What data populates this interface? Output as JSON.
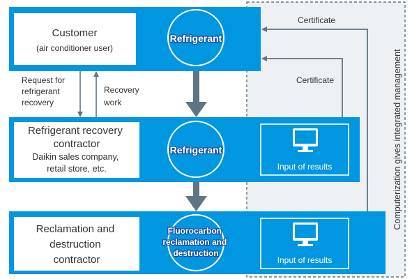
{
  "colors": {
    "blue": "#0097E0",
    "arrow_gray": "#5f7582",
    "panel_bg": "#eef1f4",
    "panel_border": "#5f7582",
    "text": "#333333"
  },
  "rows": {
    "customer": {
      "title": "Customer",
      "subtitle": "(air conditioner user)",
      "circle": "Refrigerant"
    },
    "recovery": {
      "title_lines": [
        "Refrigerant recovery",
        "contractor"
      ],
      "detail_lines": [
        "Daikin sales company,",
        "retail store, etc."
      ],
      "circle": "Refrigerant",
      "result_label": "Input of results",
      "result_icon": "computer-monitor-icon"
    },
    "reclamation": {
      "title_lines": [
        "Reclamation and",
        "destruction",
        "contractor"
      ],
      "circle_lines": [
        "Fluorocarbon",
        "reclamation and",
        "destruction"
      ],
      "result_label": "Input of results",
      "result_icon": "computer-monitor-icon"
    }
  },
  "flows": {
    "request_lines": [
      "Request for",
      "refrigerant",
      "recovery"
    ],
    "recovery_work_lines": [
      "Recovery",
      "work"
    ],
    "certificate_top": "Certificate",
    "certificate_mid": "Certificate"
  },
  "side_label": "Computerization gives integrated management"
}
